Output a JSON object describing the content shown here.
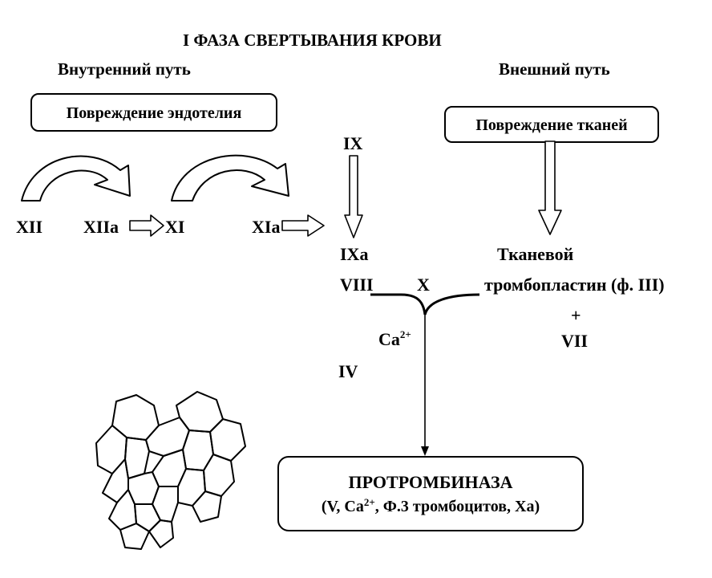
{
  "title": "I ФАЗА СВЕРТЫВАНИЯ КРОВИ",
  "intrinsic": {
    "heading": "Внутренний путь",
    "trigger": "Повреждение эндотелия",
    "factors": {
      "xii": "XII",
      "xiia": "XIIa",
      "xi": "XI",
      "xia": "XIa",
      "ix": "IX",
      "ixa": "IXa",
      "viii": "VIII"
    }
  },
  "extrinsic": {
    "heading": "Внешний путь",
    "trigger": "Повреждение тканей",
    "tf_line1": "Тканевой",
    "tf_line2": "тромбопластин (ф. III)",
    "plus": "+",
    "vii": "VII"
  },
  "common": {
    "x": "X",
    "ca": "Ca",
    "ca_sup": "2+",
    "iv": "IV"
  },
  "result": {
    "title": "ПРОТРОМБИНАЗА",
    "line2_a": "(V, Ca",
    "line2_sup": "2+",
    "line2_b": ", Ф.3 тромбоцитов, Xa)"
  },
  "icons": [
    "curved-arrow-icon",
    "hollow-arrow-icon",
    "cell-mesh-icon"
  ]
}
